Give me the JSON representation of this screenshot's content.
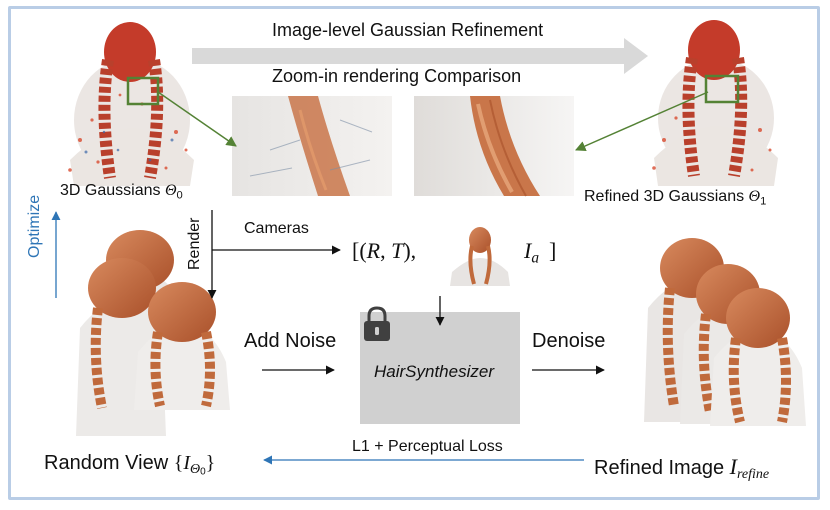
{
  "banner": {
    "title": "Image-level Gaussian Refinement",
    "subtitle": "Zoom-in rendering Comparison"
  },
  "gaussians_left": {
    "label_prefix": "3D Gaussians ",
    "symbol": "Θ",
    "subscript": "0"
  },
  "gaussians_right": {
    "label_prefix": "Refined 3D Gaussians ",
    "symbol": "Θ",
    "subscript": "1"
  },
  "side": {
    "optimize": "Optimize",
    "render": "Render"
  },
  "cameras": {
    "label": "Cameras",
    "tuple_open": "[(",
    "r": "R",
    "comma": ", ",
    "t": "T",
    "tuple_close": "),",
    "ia": "I",
    "ia_sub": "a",
    "bracket_close": "]"
  },
  "steps": {
    "add_noise": "Add Noise",
    "denoise": "Denoise",
    "model": "HairSynthesizer"
  },
  "loss": {
    "label": "L1 + Perceptual Loss"
  },
  "random_view": {
    "prefix": "Random View ",
    "open": "{",
    "i": "I",
    "theta": "Θ",
    "sub": "0",
    "close": "}"
  },
  "refined_image": {
    "prefix": "Refined Image ",
    "i": "I",
    "sub": "refine"
  },
  "colors": {
    "frame": "#b9cde6",
    "optimize_blue": "#2e75b6",
    "loss_arrow_blue": "#2e75b6",
    "zoom_box_green": "#548235",
    "banner_arrow_gray": "#d9d9d9",
    "model_gray": "#d0d0d0",
    "hair": "#c0673a",
    "skin": "#e9e6e4"
  }
}
